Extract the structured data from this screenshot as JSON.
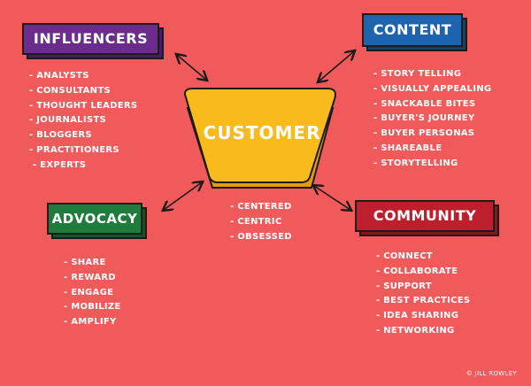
{
  "customer": {
    "title": "CUSTOMER",
    "color": "#F9BA1C",
    "items": [
      "CENTERED",
      "CENTRIC",
      "OBSESSED"
    ]
  },
  "influencers": {
    "title": "INFLUENCERS",
    "color": "#6B2C8E",
    "items": [
      "ANALYSTS",
      "CONSULTANTS",
      "THOUGHT LEADERS",
      "JOURNALISTS",
      "BLOGGERS",
      "PRACTITIONERS",
      "EXPERTS"
    ]
  },
  "content": {
    "title": "CONTENT",
    "color": "#1D63AE",
    "items": [
      "STORY TELLING",
      "VISUALLY APPEALING",
      "SNACKABLE BITES",
      "BUYER'S JOURNEY",
      "BUYER PERSONAS",
      "SHAREABLE",
      "STORYTELLING"
    ]
  },
  "advocacy": {
    "title": "ADVOCACY",
    "color": "#1E7D3A",
    "items": [
      "SHARE",
      "REWARD",
      "ENGAGE",
      "MOBILIZE",
      "AMPLIFY"
    ]
  },
  "community": {
    "title": "COMMUNITY",
    "color": "#BF1E2D",
    "items": [
      "CONNECT",
      "COLLABORATE",
      "SUPPORT",
      "BEST PRACTICES",
      "IDEA SHARING",
      "NETWORKING"
    ]
  },
  "credit": "© JILL ROWLEY"
}
